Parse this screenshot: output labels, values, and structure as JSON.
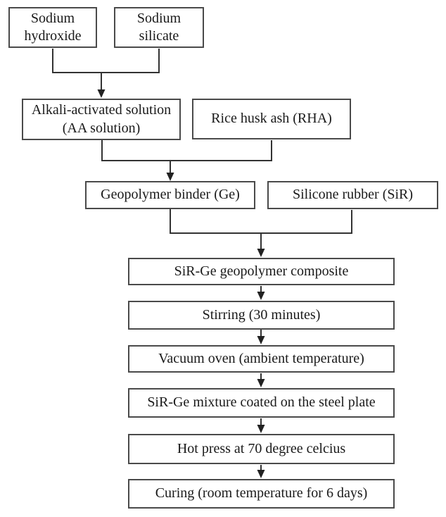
{
  "diagram_type": "flowchart",
  "nodes": {
    "sodium_hydroxide": "Sodium\nhydroxide",
    "sodium_silicate": "Sodium\nsilicate",
    "aa_solution": "Alkali-activated solution\n(AA solution)",
    "rha": "Rice husk ash (RHA)",
    "geopolymer_binder": "Geopolymer binder (Ge)",
    "silicone_rubber": "Silicone rubber (SiR)",
    "composite": "SiR-Ge geopolymer composite",
    "stirring": "Stirring (30 minutes)",
    "vacuum_oven": "Vacuum oven (ambient temperature)",
    "coating": "SiR-Ge mixture coated on the steel plate",
    "hot_press": "Hot press at 70 degree celcius",
    "curing": "Curing (room temperature for 6 days)"
  },
  "edges": [
    {
      "from": "sodium_hydroxide",
      "to": "aa_solution"
    },
    {
      "from": "sodium_silicate",
      "to": "aa_solution"
    },
    {
      "from": "aa_solution",
      "to": "geopolymer_binder"
    },
    {
      "from": "rha",
      "to": "geopolymer_binder"
    },
    {
      "from": "geopolymer_binder",
      "to": "composite"
    },
    {
      "from": "silicone_rubber",
      "to": "composite"
    },
    {
      "from": "composite",
      "to": "stirring"
    },
    {
      "from": "stirring",
      "to": "vacuum_oven"
    },
    {
      "from": "vacuum_oven",
      "to": "coating"
    },
    {
      "from": "coating",
      "to": "hot_press"
    },
    {
      "from": "hot_press",
      "to": "curing"
    }
  ],
  "colors": {
    "background": "#ffffff",
    "box_border": "#4a4a4a",
    "line": "#333333",
    "arrowhead": "#222222",
    "text": "#1a1a1a"
  }
}
